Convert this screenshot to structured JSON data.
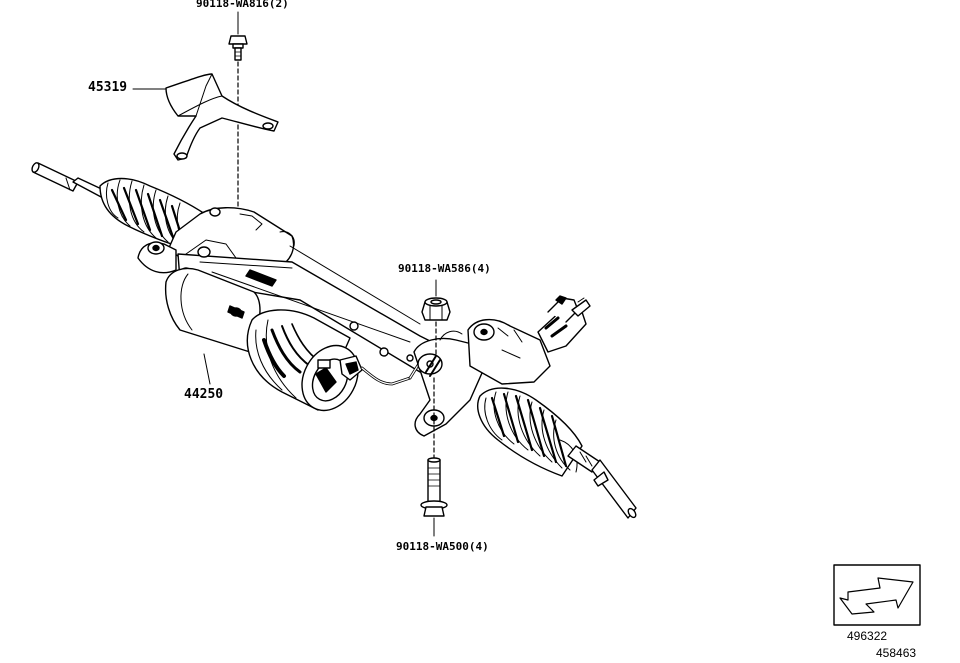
{
  "parts": {
    "bolt_top": "90118-WA816(2)",
    "heat_shield": "45319",
    "steering_gear": "44250",
    "nut": "90118-WA586(4)",
    "bolt_bottom": "90118-WA500(4)"
  },
  "view_indicator": {
    "code": "496322",
    "icon": "arrow-pointing-down-left-icon"
  },
  "diagram_id": "458463"
}
